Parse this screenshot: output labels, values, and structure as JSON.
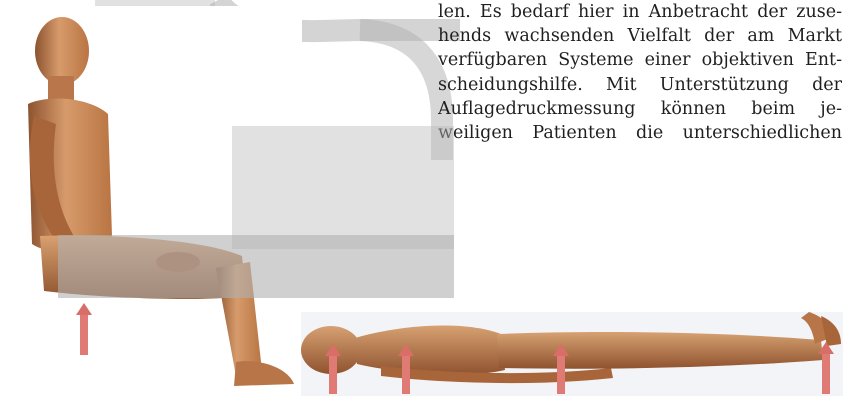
{
  "text": {
    "lines": [
      "len. Es bedarf hier in Anbetracht der zuse-",
      "hends wachsenden Vielfalt der am Markt",
      "verfügbaren Systeme einer objektiven Ent-",
      "scheidungshilfe. Mit Unterstützung der",
      "Auflagedruckmessung können beim je-",
      "weiligen Patienten die unterschiedlichen"
    ]
  },
  "figure": {
    "seated_figure": "seated-human-figure",
    "supine_figure": "supine-human-figure",
    "arrow_color": "#e07a74",
    "skin_color": "#c98a5a",
    "watermark_color": "#b8b8b8"
  }
}
